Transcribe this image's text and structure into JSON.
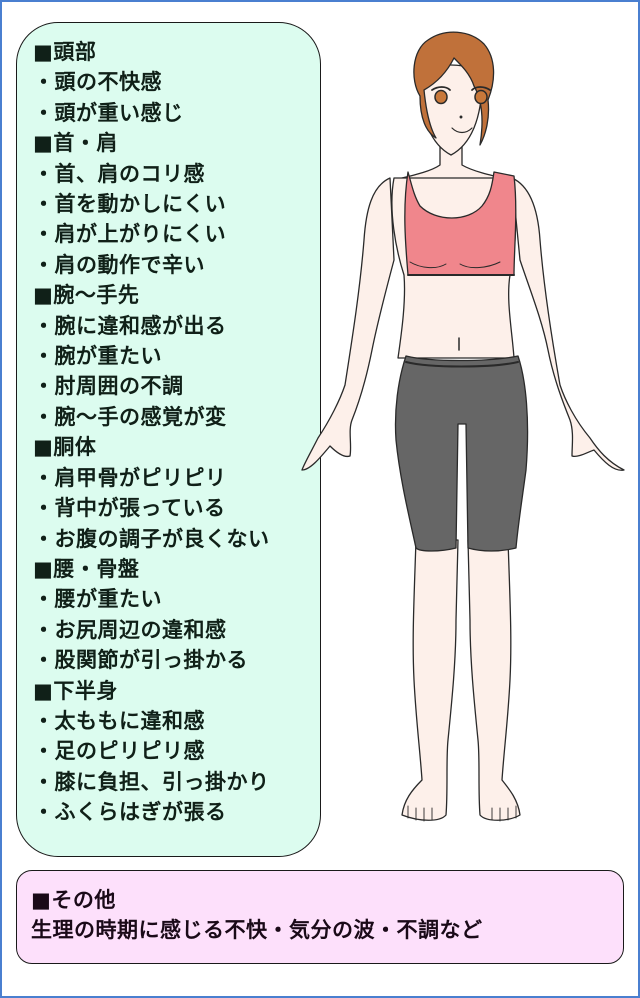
{
  "symptoms": {
    "categories": [
      {
        "title": "■頭部",
        "items": [
          "・頭の不快感",
          "・頭が重い感じ"
        ]
      },
      {
        "title": "■首・肩",
        "items": [
          "・首、肩のコリ感",
          "・首を動かしにくい",
          "・肩が上がりにくい",
          "・肩の動作で辛い"
        ]
      },
      {
        "title": "■腕〜手先",
        "items": [
          "・腕に違和感が出る",
          "・腕が重たい",
          "・肘周囲の不調",
          "・腕〜手の感覚が変"
        ]
      },
      {
        "title": "■胴体",
        "items": [
          "・肩甲骨がピリピリ",
          "・背中が張っている",
          "・お腹の調子が良くない"
        ]
      },
      {
        "title": "■腰・骨盤",
        "items": [
          "・腰が重たい",
          "・お尻周辺の違和感",
          "・股関節が引っ掛かる"
        ]
      },
      {
        "title": "■下半身",
        "items": [
          "・太ももに違和感",
          "・足のピリピリ感",
          "・膝に負担、引っ掛かり",
          "・ふくらはぎが張る"
        ]
      }
    ]
  },
  "other": {
    "title": "■その他",
    "text": "生理の時期に感じる不快・気分の波・不調など"
  },
  "illustration": {
    "subject": "woman-body-front-view",
    "colors": {
      "skin": "#fdf0ea",
      "hair": "#c0713a",
      "eyes": "#c8783a",
      "top": "#f0868c",
      "shorts": "#666666",
      "outline": "#2a2a2a"
    }
  },
  "theme": {
    "frame_border": "#4a7fd0",
    "symptoms_bg": "#dcfcef",
    "other_bg": "#fde0fb"
  }
}
